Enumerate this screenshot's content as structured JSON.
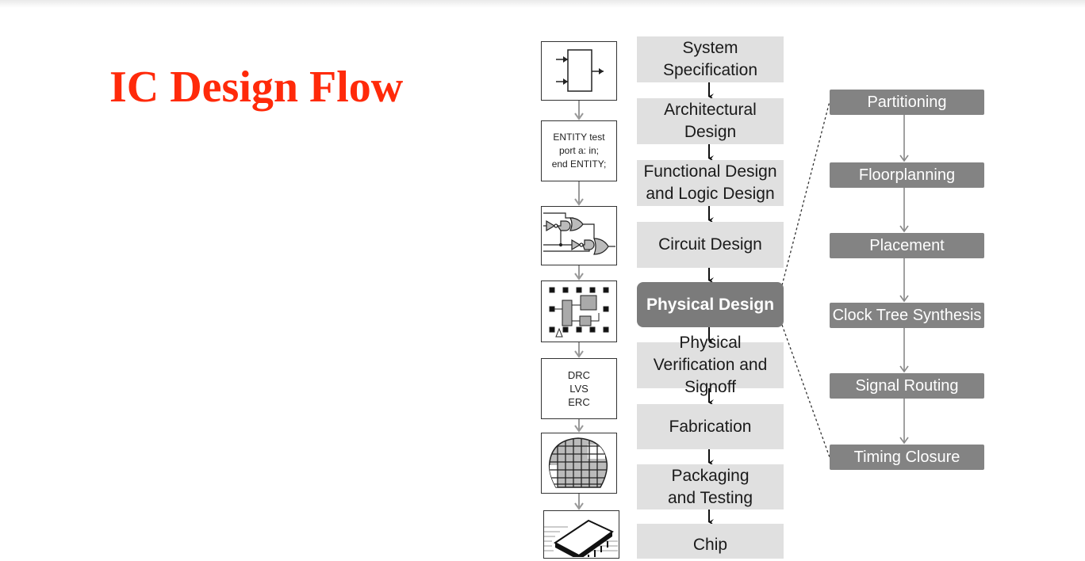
{
  "title": "IC Design Flow",
  "flow": {
    "steps": [
      {
        "label": "System Specification"
      },
      {
        "label": "Architectural Design"
      },
      {
        "label": "Functional Design and Logic Design"
      },
      {
        "label": "Circuit Design"
      },
      {
        "label": "Physical Design"
      },
      {
        "label": "Physical Verification and Signoff"
      },
      {
        "label": "Fabrication"
      },
      {
        "label": "Packaging and Testing"
      },
      {
        "label": "Chip"
      }
    ],
    "physical_design_substeps": [
      {
        "label": "Partitioning"
      },
      {
        "label": "Floorplanning"
      },
      {
        "label": "Placement"
      },
      {
        "label": "Clock Tree Synthesis"
      },
      {
        "label": "Signal Routing"
      },
      {
        "label": "Timing Closure"
      }
    ]
  },
  "icons": {
    "hdl_lines": [
      "ENTITY test",
      "port a: in;",
      "end ENTITY;"
    ],
    "verification_lines": [
      "DRC",
      "LVS",
      "ERC"
    ]
  },
  "colors": {
    "title": "#ff2a0a",
    "step_bg": "#e0e0e0",
    "active_step_bg": "#7b7b7b",
    "substep_bg": "#838383"
  }
}
